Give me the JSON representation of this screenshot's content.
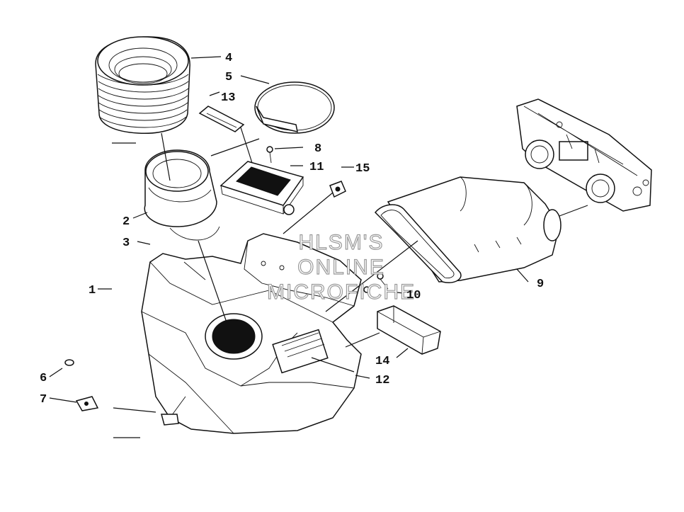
{
  "watermark": {
    "line1": "HLSM'S",
    "line2": "ONLINE",
    "line3": "MICROFICHE"
  },
  "callouts": [
    {
      "id": "c1",
      "label": "1"
    },
    {
      "id": "c2",
      "label": "2"
    },
    {
      "id": "c3",
      "label": "3"
    },
    {
      "id": "c4",
      "label": "4"
    },
    {
      "id": "c5",
      "label": "5"
    },
    {
      "id": "c6",
      "label": "6"
    },
    {
      "id": "c7",
      "label": "7"
    },
    {
      "id": "c8",
      "label": "8"
    },
    {
      "id": "c9",
      "label": "9"
    },
    {
      "id": "c10",
      "label": "10"
    },
    {
      "id": "c11",
      "label": "11"
    },
    {
      "id": "c12",
      "label": "12"
    },
    {
      "id": "c13",
      "label": "13"
    },
    {
      "id": "c14",
      "label": "14"
    },
    {
      "id": "c15",
      "label": "15"
    }
  ],
  "colors": {
    "ink": "#111111",
    "background": "#ffffff",
    "watermark": "#9a9a9a"
  }
}
